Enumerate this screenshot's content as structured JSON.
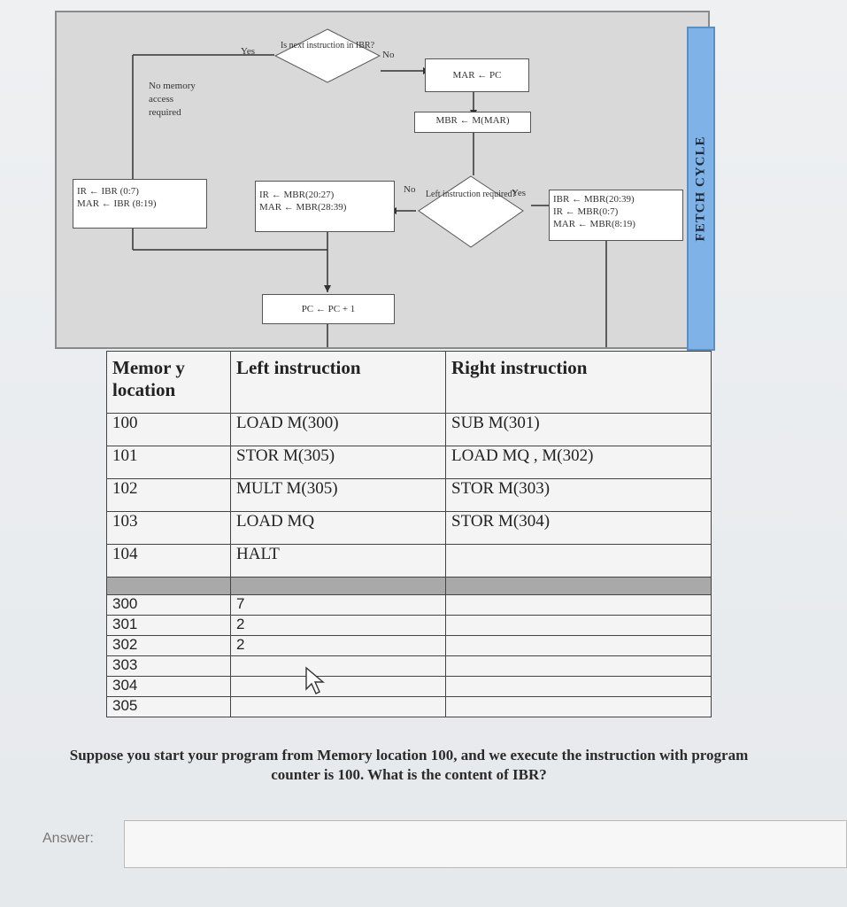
{
  "flowchart": {
    "side_label": "FETCH CYCLE",
    "decision_next": "Is next instruction in IBR?",
    "yes_label_1": "Yes",
    "no_label_1": "No",
    "no_memory_note": [
      "No memory",
      "access",
      "required"
    ],
    "mar_pc": "MAR ← PC",
    "mbr_mmar": "MBR ← M(MAR)",
    "decision_left": "Left instruction required?",
    "yes_label_2": "Yes",
    "no_label_2": "No",
    "box_ibr": [
      "IR ← IBR (0:7)",
      "MAR ← IBR (8:19)"
    ],
    "box_right": [
      "IR ← MBR(20:27)",
      "MAR ← MBR(28:39)"
    ],
    "box_left": [
      "IBR ← MBR(20:39)",
      "IR ← MBR(0:7)",
      "MAR ← MBR(8:19)"
    ],
    "pc_inc": "PC ← PC + 1"
  },
  "table": {
    "headers": [
      "Memor y location",
      "Left instruction",
      "Right instruction"
    ],
    "rows": [
      [
        "100",
        "LOAD M(300)",
        "SUB M(301)"
      ],
      [
        "101",
        "STOR M(305)",
        "LOAD MQ , M(302)"
      ],
      [
        "102",
        "MULT M(305)",
        "STOR M(303)"
      ],
      [
        "103",
        "LOAD MQ",
        "STOR M(304)"
      ],
      [
        "104",
        "HALT",
        ""
      ]
    ],
    "data_rows": [
      [
        "300",
        "7",
        ""
      ],
      [
        "301",
        "2",
        ""
      ],
      [
        "302",
        "2",
        ""
      ],
      [
        "303",
        "",
        ""
      ],
      [
        "304",
        "",
        ""
      ],
      [
        "305",
        "",
        ""
      ]
    ]
  },
  "question": "Suppose you start your program from Memory location 100, and we execute the instruction with program counter is 100. What is the content of IBR?",
  "answer": {
    "label": "Answer:",
    "value": ""
  }
}
